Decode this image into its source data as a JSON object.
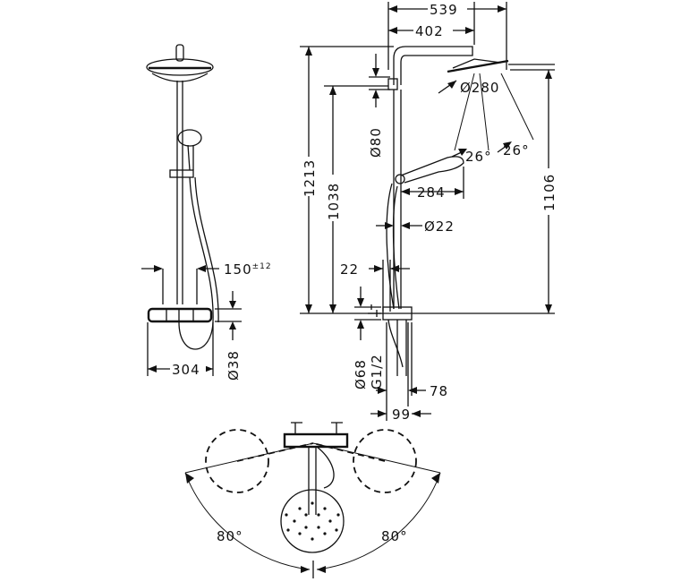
{
  "dimensions": {
    "front_width": "304",
    "spacing": "150",
    "spacing_tolerance": "±12",
    "body_diameter": "Ø38",
    "arm_overall": "539",
    "arm_projection": "402",
    "head_diameter": "Ø280",
    "head_rotation_right": "26°",
    "head_rotation_left": "26°",
    "holder_diameter": "Ø80",
    "total_height": "1213",
    "riser_height": "1038",
    "head_height": "1106",
    "hand_shower_length": "284",
    "riser_diameter": "Ø22",
    "wall_offset": "22",
    "outlet_diameter": "Ø68",
    "connection_thread": "G1/2",
    "depth_78": "78",
    "depth_99": "99",
    "swivel_left": "80°",
    "swivel_right": "80°"
  }
}
